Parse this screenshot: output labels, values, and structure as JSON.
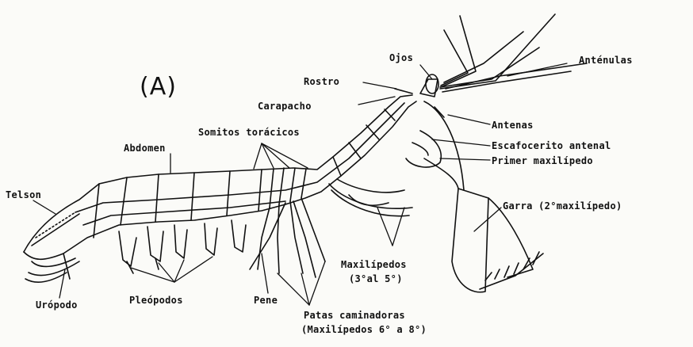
{
  "figure": {
    "panel_label": "(A)",
    "colors": {
      "ink": "#111111",
      "paper": "#fbfbf8"
    }
  },
  "labels": {
    "ojos": "Ojos",
    "antenulas": "Anténulas",
    "rostro": "Rostro",
    "carapacho": "Carapacho",
    "antenas": "Antenas",
    "somitos_toracicos": "Somitos torácicos",
    "escafocerito": "Escafocerito antenal",
    "primer_maxilipedo": "Primer maxilípedo",
    "abdomen": "Abdomen",
    "telson": "Telson",
    "garra": "Garra (2°maxilípedo)",
    "maxilipedos_line1": "Maxilípedos",
    "maxilipedos_line2": "(3°al 5°)",
    "uropodo": "Urópodo",
    "pleopodos": "Pleópodos",
    "pene": "Pene",
    "patas_line1": "Patas caminadoras",
    "patas_line2": "(Maxilípedos 6° a 8°)"
  }
}
